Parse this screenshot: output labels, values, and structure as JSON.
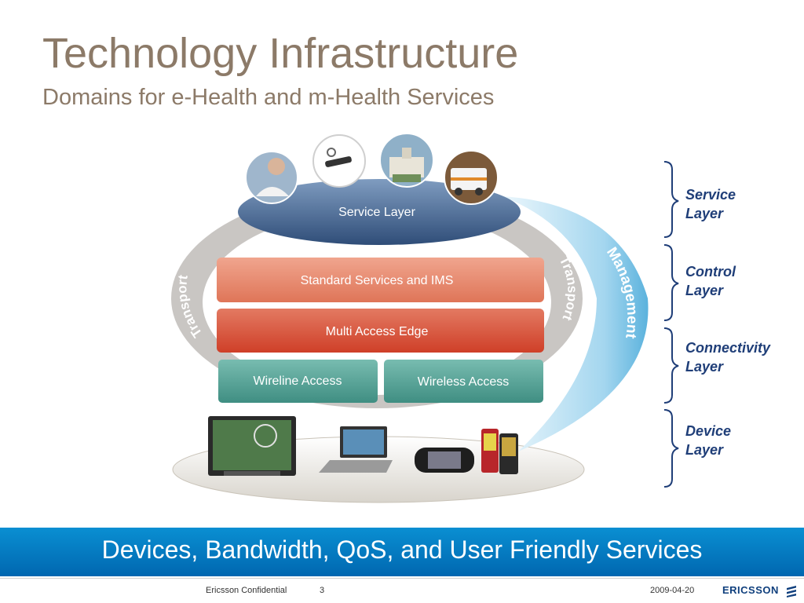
{
  "header": {
    "title": "Technology Infrastructure",
    "subtitle": "Domains for e-Health and m-Health Services"
  },
  "diagram": {
    "service_layer": "Service Layer",
    "standard_services": "Standard Services and IMS",
    "multi_access_edge": "Multi Access Edge",
    "wireline_access": "Wireline Access",
    "wireless_access": "Wireless Access",
    "transport": "Transport",
    "management": "Management",
    "service_photos": [
      "doctor-photo",
      "medical-device-photo",
      "hospital-building-photo",
      "ambulance-photo"
    ],
    "devices": [
      "television-icon",
      "laptop-icon",
      "handheld-game-icon",
      "mobile-phones-icon"
    ]
  },
  "layer_labels": [
    {
      "line1": "Service",
      "line2": "Layer"
    },
    {
      "line1": "Control",
      "line2": "Layer"
    },
    {
      "line1": "Connectivity",
      "line2": "Layer"
    },
    {
      "line1": "Device",
      "line2": "Layer"
    }
  ],
  "banner": {
    "text": "Devices, Bandwidth, QoS, and User Friendly Services"
  },
  "footer": {
    "confidential": "Ericsson Confidential",
    "page": "3",
    "date": "2009-04-20",
    "logo": "ERICSSON"
  },
  "colors": {
    "title": "#8c7a68",
    "label": "#1f3e78",
    "banner": "#0a8fd2",
    "service_layer": "#4a6a92",
    "standard_services": "#e6866c",
    "multi_access": "#d9503a",
    "access": "#5aa89c"
  }
}
